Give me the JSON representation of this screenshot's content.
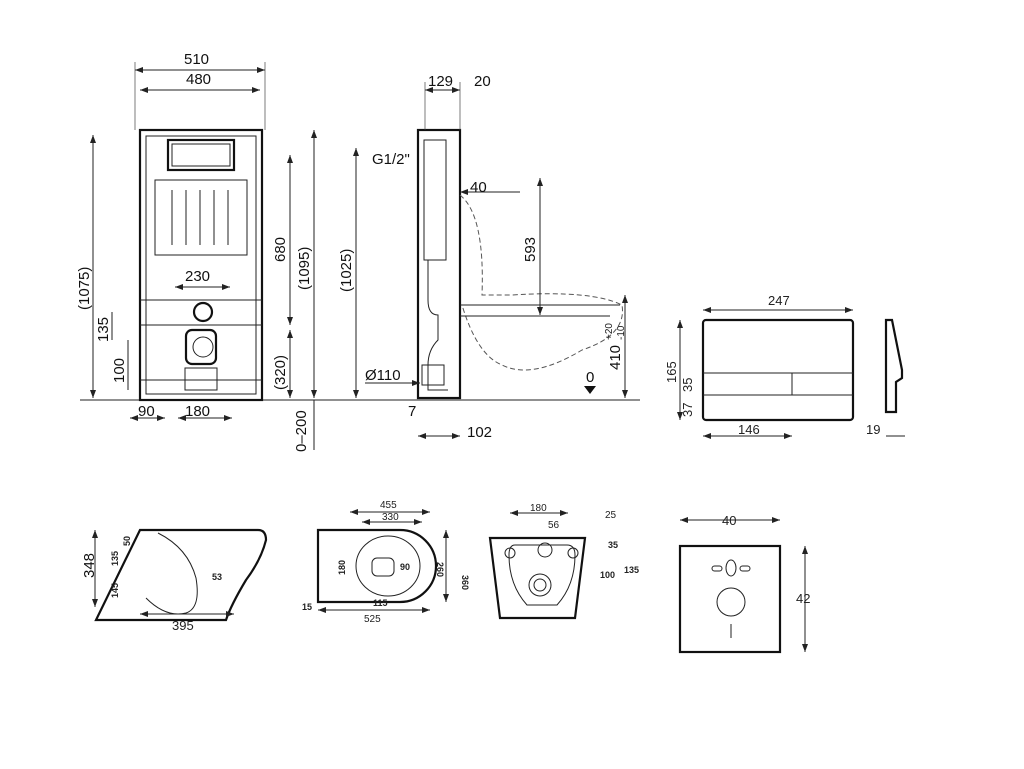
{
  "front_view": {
    "width_outer": "510",
    "width_inner": "480",
    "height_left": "(1075)",
    "height_flush": "680",
    "height_total": "(1095)",
    "height_outlet": "(320)",
    "bolt_spacing": "230",
    "dim_135": "135",
    "dim_100": "100",
    "foot_90": "90",
    "foot_180": "180",
    "leg_adjust": "0–200"
  },
  "side_view": {
    "depth_129": "129",
    "depth_20": "20",
    "inlet": "G1/2\"",
    "dim_40": "40",
    "dim_593": "593",
    "height_1025": "(1025)",
    "drain": "Ø110",
    "dim_7": "7",
    "dim_102": "102",
    "floor_zero": "0",
    "seat_height": "410",
    "tol_plus": "+20",
    "tol_minus": "-10"
  },
  "flush_plate": {
    "width": "247",
    "height": "165",
    "button_h": "35",
    "bottom_h": "37",
    "button_w": "146",
    "thickness": "19"
  },
  "bowl_side": {
    "height": "348",
    "dim_145": "145",
    "dim_135": "135",
    "dim_50": "50",
    "dim_53": "53",
    "length": "395"
  },
  "bowl_top": {
    "width_455": "455",
    "width_330": "330",
    "length": "525",
    "width": "360",
    "inner_260": "260",
    "dim_180": "180",
    "dim_90": "90",
    "dim_115": "115",
    "dim_15": "15"
  },
  "bowl_rear": {
    "bolt_spacing": "180",
    "inlet_d": "56",
    "hole_d": "25",
    "dim_35": "35",
    "dim_100": "100",
    "dim_135": "135"
  },
  "sound_pad": {
    "width": "40",
    "height": "42"
  }
}
